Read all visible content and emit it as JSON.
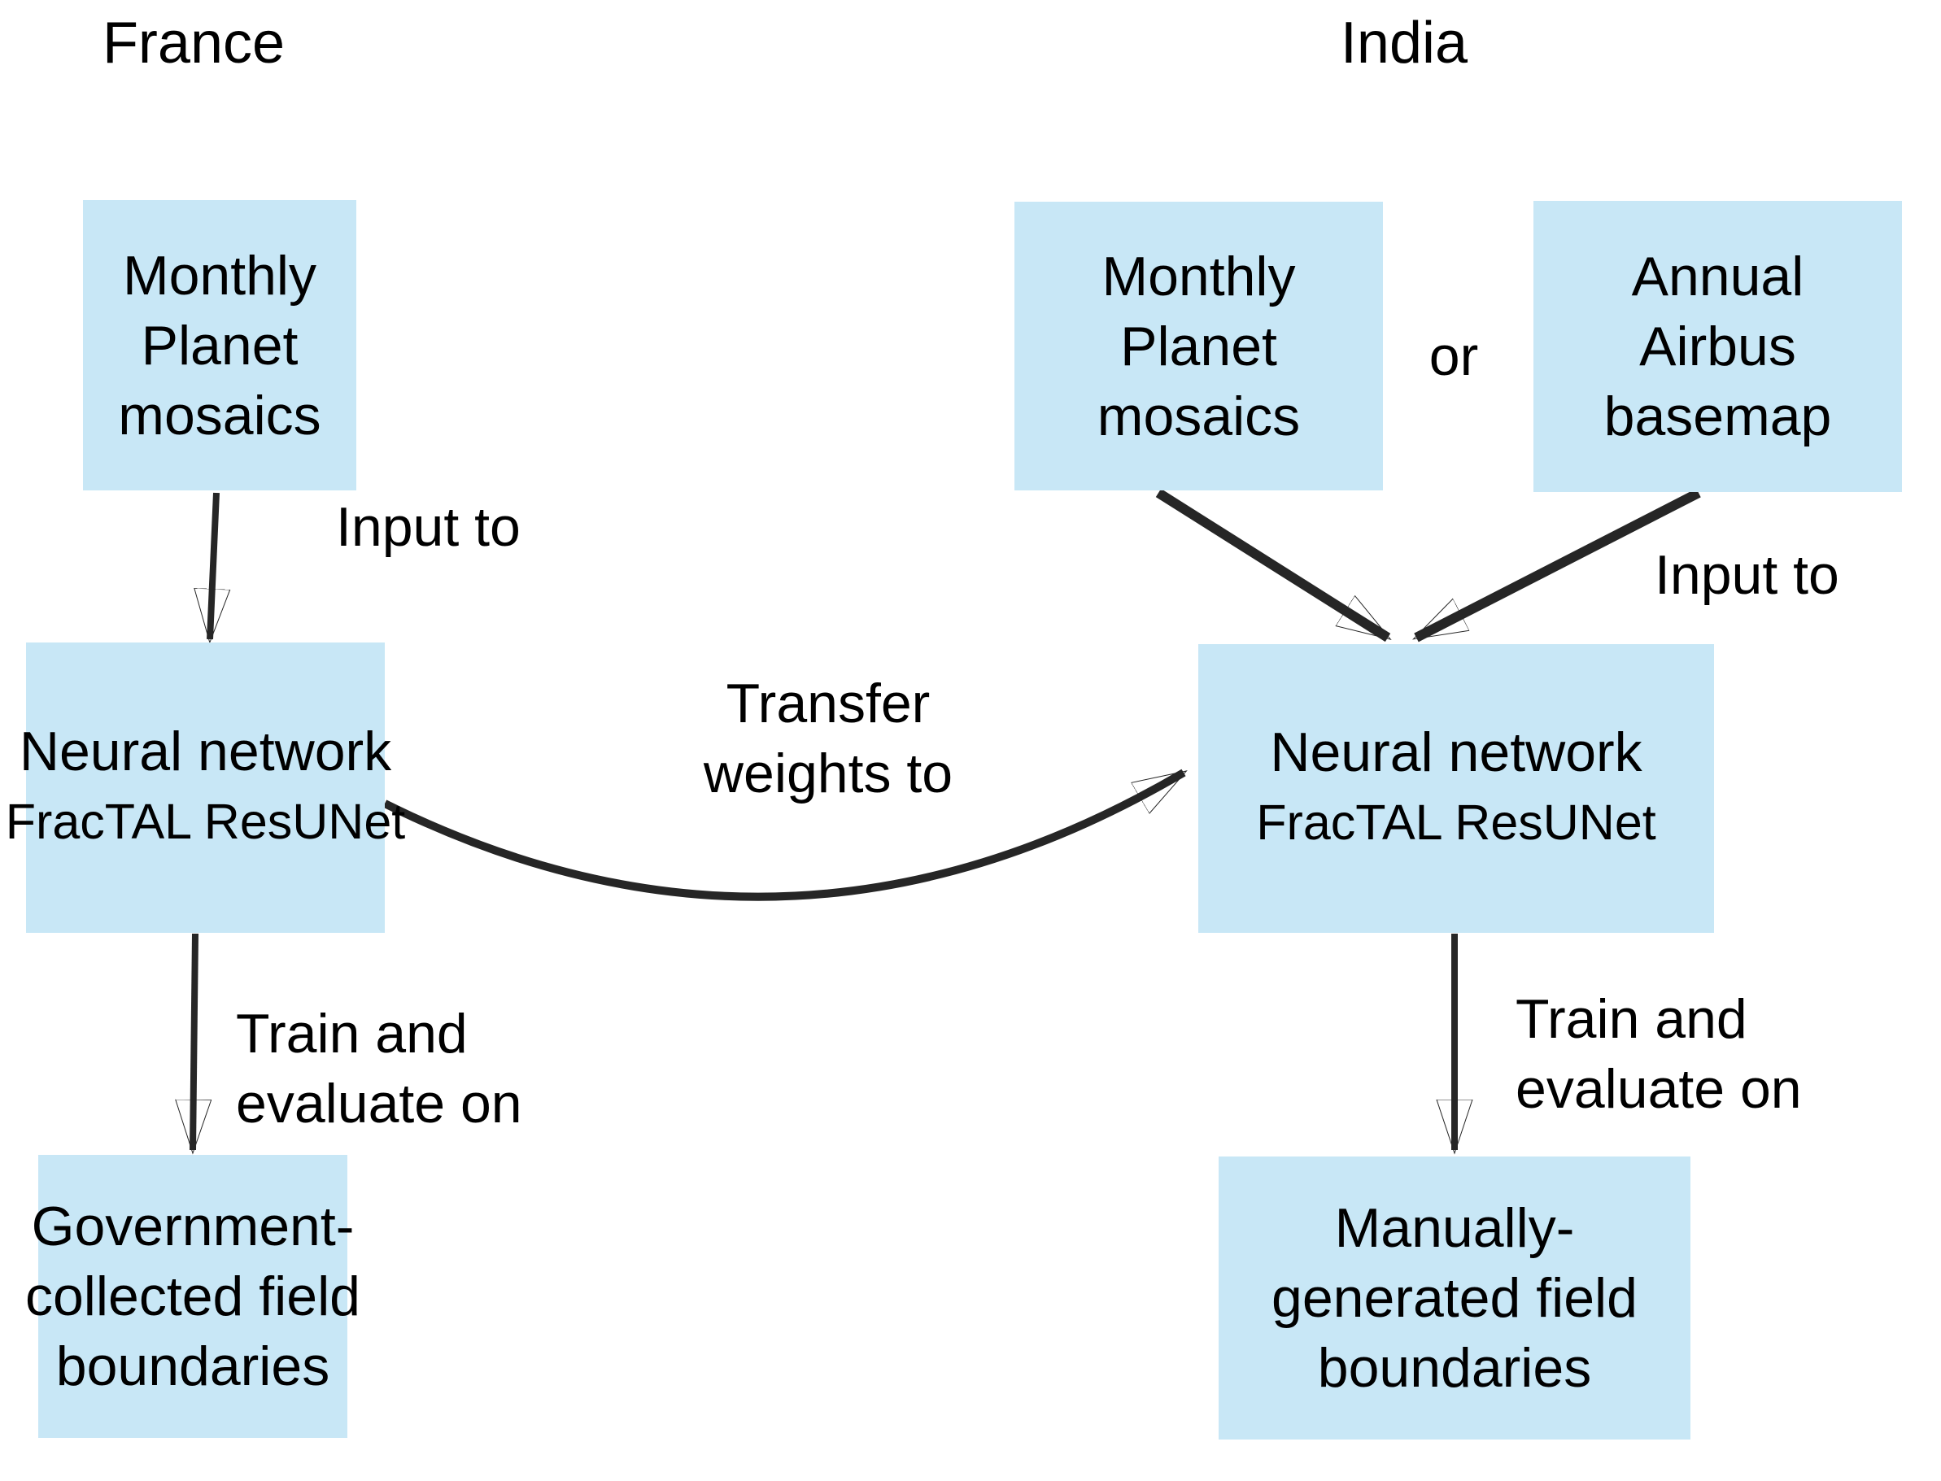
{
  "colors": {
    "background": "#ffffff",
    "box_fill": "#c8e7f6",
    "text": "#000000",
    "arrow": "#262626"
  },
  "headers": {
    "france": "France",
    "india": "India"
  },
  "boxes": {
    "france_planet": {
      "lines": [
        "Monthly",
        "Planet",
        "mosaics"
      ]
    },
    "india_planet": {
      "lines": [
        "Monthly",
        "Planet",
        "mosaics"
      ]
    },
    "india_airbus": {
      "lines": [
        "Annual",
        "Airbus",
        "basemap"
      ]
    },
    "france_nn": {
      "name": "Neural network",
      "model": "FracTAL ResUNet"
    },
    "india_nn": {
      "name": "Neural network",
      "model": "FracTAL ResUNet"
    },
    "france_ref": {
      "lines": [
        "Government-",
        "collected field",
        "boundaries"
      ]
    },
    "india_ref": {
      "lines": [
        "Manually-",
        "generated field",
        "boundaries"
      ]
    }
  },
  "labels": {
    "or": "or",
    "input_to_france": "Input to",
    "input_to_india": "Input to",
    "transfer": {
      "lines": [
        "Transfer",
        "weights to"
      ]
    },
    "train_france": {
      "lines": [
        "Train and",
        "evaluate on"
      ]
    },
    "train_india": {
      "lines": [
        "Train and",
        "evaluate on"
      ]
    }
  }
}
